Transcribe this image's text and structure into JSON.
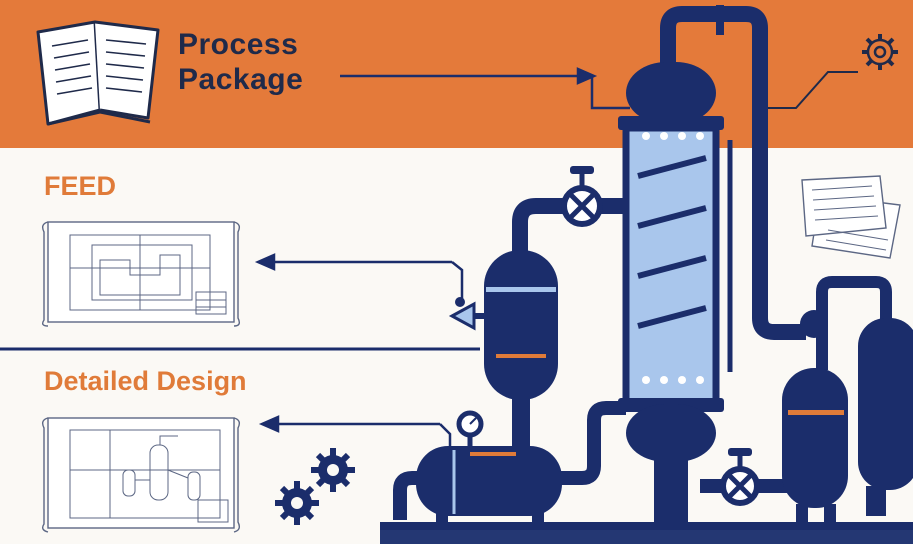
{
  "header": {
    "title_line1": "Process",
    "title_line2": "Package",
    "band_color": "#e47a3a"
  },
  "sections": {
    "feed_label": "FEED",
    "detailed_design_label": "Detailed Design"
  },
  "colors": {
    "navy": "#1b2d6b",
    "orange": "#e07b39",
    "light_blue": "#a9c6ec",
    "background": "#fbf9f5"
  },
  "icons": [
    "book-icon",
    "gear-icon",
    "blueprint-sheet-icon",
    "valve-icon",
    "pressure-gauge-icon"
  ]
}
